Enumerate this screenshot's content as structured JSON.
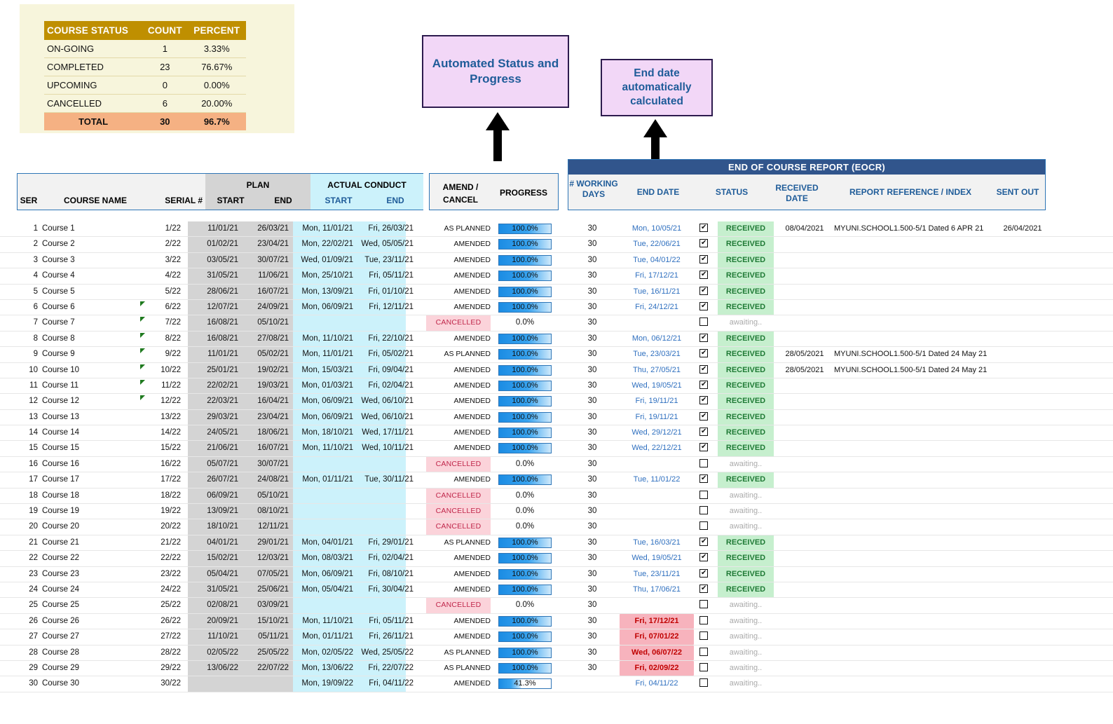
{
  "summary": {
    "headers": [
      "COURSE STATUS",
      "COUNT",
      "PERCENT"
    ],
    "rows": [
      {
        "status": "ON-GOING",
        "count": "1",
        "percent": "3.33%"
      },
      {
        "status": "COMPLETED",
        "count": "23",
        "percent": "76.67%"
      },
      {
        "status": "UPCOMING",
        "count": "0",
        "percent": "0.00%"
      },
      {
        "status": "CANCELLED",
        "count": "6",
        "percent": "20.00%"
      }
    ],
    "total": {
      "status": "TOTAL",
      "count": "30",
      "percent": "96.7%"
    }
  },
  "callouts": {
    "status_progress": "Automated Status and Progress",
    "end_date": "End date automatically calculated"
  },
  "headers": {
    "ser": "SER",
    "course_name": "COURSE NAME",
    "serial": "SERIAL #",
    "plan": "PLAN",
    "plan_start": "START",
    "plan_end": "END",
    "actual_conduct": "ACTUAL CONDUCT",
    "actual_start": "START",
    "actual_end": "END",
    "amend_cancel": "AMEND / CANCEL",
    "progress": "PROGRESS",
    "eocr_title": "END OF COURSE REPORT (EOCR)",
    "working_days": "# WORKING DAYS",
    "end_date": "END DATE",
    "status": "STATUS",
    "received_date": "RECEIVED DATE",
    "report_reference": "REPORT REFERENCE / INDEX",
    "sent_out": "SENT OUT"
  },
  "colors": {
    "plan_band": "#d4d4d4",
    "actual_band": "#ccf2fb",
    "eocr_header": "#31558c",
    "received": "#c6efce",
    "cancelled": "#fbd3da",
    "late": "#f7b3bd",
    "summary_header": "#bf8f00",
    "summary_total": "#f5b183",
    "callout": "#f2d7f7"
  },
  "rows": [
    {
      "ser": "1",
      "name": "Course 1",
      "serial": "1/22",
      "flag": false,
      "pstart": "11/01/21",
      "pend": "26/03/21",
      "astart": "Mon, 11/01/21",
      "aend": "Fri, 26/03/21",
      "amend": "AS PLANNED",
      "progress": "100.0%",
      "pct": 100,
      "days": "30",
      "enddate": "Mon, 10/05/21",
      "late": false,
      "checked": true,
      "status": "RECEIVED",
      "received": "08/04/2021",
      "ref": "MYUNI.SCHOOL1.500-5/1 Dated 6 APR 21",
      "sent": "26/04/2021"
    },
    {
      "ser": "2",
      "name": "Course 2",
      "serial": "2/22",
      "flag": false,
      "pstart": "01/02/21",
      "pend": "23/04/21",
      "astart": "Mon, 22/02/21",
      "aend": "Wed, 05/05/21",
      "amend": "AMENDED",
      "progress": "100.0%",
      "pct": 100,
      "days": "30",
      "enddate": "Tue, 22/06/21",
      "late": false,
      "checked": true,
      "status": "RECEIVED",
      "received": "",
      "ref": "",
      "sent": ""
    },
    {
      "ser": "3",
      "name": "Course 3",
      "serial": "3/22",
      "flag": false,
      "pstart": "03/05/21",
      "pend": "30/07/21",
      "astart": "Wed, 01/09/21",
      "aend": "Tue, 23/11/21",
      "amend": "AMENDED",
      "progress": "100.0%",
      "pct": 100,
      "days": "30",
      "enddate": "Tue, 04/01/22",
      "late": false,
      "checked": true,
      "status": "RECEIVED",
      "received": "",
      "ref": "",
      "sent": ""
    },
    {
      "ser": "4",
      "name": "Course 4",
      "serial": "4/22",
      "flag": false,
      "pstart": "31/05/21",
      "pend": "11/06/21",
      "astart": "Mon, 25/10/21",
      "aend": "Fri, 05/11/21",
      "amend": "AMENDED",
      "progress": "100.0%",
      "pct": 100,
      "days": "30",
      "enddate": "Fri, 17/12/21",
      "late": false,
      "checked": true,
      "status": "RECEIVED",
      "received": "",
      "ref": "",
      "sent": ""
    },
    {
      "ser": "5",
      "name": "Course 5",
      "serial": "5/22",
      "flag": false,
      "pstart": "28/06/21",
      "pend": "16/07/21",
      "astart": "Mon, 13/09/21",
      "aend": "Fri, 01/10/21",
      "amend": "AMENDED",
      "progress": "100.0%",
      "pct": 100,
      "days": "30",
      "enddate": "Tue, 16/11/21",
      "late": false,
      "checked": true,
      "status": "RECEIVED",
      "received": "",
      "ref": "",
      "sent": ""
    },
    {
      "ser": "6",
      "name": "Course 6",
      "serial": "6/22",
      "flag": true,
      "pstart": "12/07/21",
      "pend": "24/09/21",
      "astart": "Mon, 06/09/21",
      "aend": "Fri, 12/11/21",
      "amend": "AMENDED",
      "progress": "100.0%",
      "pct": 100,
      "days": "30",
      "enddate": "Fri, 24/12/21",
      "late": false,
      "checked": true,
      "status": "RECEIVED",
      "received": "",
      "ref": "",
      "sent": ""
    },
    {
      "ser": "7",
      "name": "Course 7",
      "serial": "7/22",
      "flag": true,
      "pstart": "16/08/21",
      "pend": "05/10/21",
      "astart": "",
      "aend": "",
      "amend": "CANCELLED",
      "progress": "0.0%",
      "pct": 0,
      "days": "30",
      "enddate": "",
      "late": false,
      "checked": false,
      "status": "awaiting..",
      "received": "",
      "ref": "",
      "sent": ""
    },
    {
      "ser": "8",
      "name": "Course 8",
      "serial": "8/22",
      "flag": true,
      "pstart": "16/08/21",
      "pend": "27/08/21",
      "astart": "Mon, 11/10/21",
      "aend": "Fri, 22/10/21",
      "amend": "AMENDED",
      "progress": "100.0%",
      "pct": 100,
      "days": "30",
      "enddate": "Mon, 06/12/21",
      "late": false,
      "checked": true,
      "status": "RECEIVED",
      "received": "",
      "ref": "",
      "sent": ""
    },
    {
      "ser": "9",
      "name": "Course 9",
      "serial": "9/22",
      "flag": true,
      "pstart": "11/01/21",
      "pend": "05/02/21",
      "astart": "Mon, 11/01/21",
      "aend": "Fri, 05/02/21",
      "amend": "AS PLANNED",
      "progress": "100.0%",
      "pct": 100,
      "days": "30",
      "enddate": "Tue, 23/03/21",
      "late": false,
      "checked": true,
      "status": "RECEIVED",
      "received": "28/05/2021",
      "ref": "MYUNI.SCHOOL1.500-5/1 Dated 24 May 21",
      "sent": ""
    },
    {
      "ser": "10",
      "name": "Course 10",
      "serial": "10/22",
      "flag": true,
      "pstart": "25/01/21",
      "pend": "19/02/21",
      "astart": "Mon, 15/03/21",
      "aend": "Fri, 09/04/21",
      "amend": "AMENDED",
      "progress": "100.0%",
      "pct": 100,
      "days": "30",
      "enddate": "Thu, 27/05/21",
      "late": false,
      "checked": true,
      "status": "RECEIVED",
      "received": "28/05/2021",
      "ref": "MYUNI.SCHOOL1.500-5/1 Dated 24 May 21",
      "sent": ""
    },
    {
      "ser": "11",
      "name": "Course 11",
      "serial": "11/22",
      "flag": true,
      "pstart": "22/02/21",
      "pend": "19/03/21",
      "astart": "Mon, 01/03/21",
      "aend": "Fri, 02/04/21",
      "amend": "AMENDED",
      "progress": "100.0%",
      "pct": 100,
      "days": "30",
      "enddate": "Wed, 19/05/21",
      "late": false,
      "checked": true,
      "status": "RECEIVED",
      "received": "",
      "ref": "",
      "sent": ""
    },
    {
      "ser": "12",
      "name": "Course 12",
      "serial": "12/22",
      "flag": true,
      "pstart": "22/03/21",
      "pend": "16/04/21",
      "astart": "Mon, 06/09/21",
      "aend": "Wed, 06/10/21",
      "amend": "AMENDED",
      "progress": "100.0%",
      "pct": 100,
      "days": "30",
      "enddate": "Fri, 19/11/21",
      "late": false,
      "checked": true,
      "status": "RECEIVED",
      "received": "",
      "ref": "",
      "sent": ""
    },
    {
      "ser": "13",
      "name": "Course 13",
      "serial": "13/22",
      "flag": false,
      "pstart": "29/03/21",
      "pend": "23/04/21",
      "astart": "Mon, 06/09/21",
      "aend": "Wed, 06/10/21",
      "amend": "AMENDED",
      "progress": "100.0%",
      "pct": 100,
      "days": "30",
      "enddate": "Fri, 19/11/21",
      "late": false,
      "checked": true,
      "status": "RECEIVED",
      "received": "",
      "ref": "",
      "sent": ""
    },
    {
      "ser": "14",
      "name": "Course 14",
      "serial": "14/22",
      "flag": false,
      "pstart": "24/05/21",
      "pend": "18/06/21",
      "astart": "Mon, 18/10/21",
      "aend": "Wed, 17/11/21",
      "amend": "AMENDED",
      "progress": "100.0%",
      "pct": 100,
      "days": "30",
      "enddate": "Wed, 29/12/21",
      "late": false,
      "checked": true,
      "status": "RECEIVED",
      "received": "",
      "ref": "",
      "sent": ""
    },
    {
      "ser": "15",
      "name": "Course 15",
      "serial": "15/22",
      "flag": false,
      "pstart": "21/06/21",
      "pend": "16/07/21",
      "astart": "Mon, 11/10/21",
      "aend": "Wed, 10/11/21",
      "amend": "AMENDED",
      "progress": "100.0%",
      "pct": 100,
      "days": "30",
      "enddate": "Wed, 22/12/21",
      "late": false,
      "checked": true,
      "status": "RECEIVED",
      "received": "",
      "ref": "",
      "sent": ""
    },
    {
      "ser": "16",
      "name": "Course 16",
      "serial": "16/22",
      "flag": false,
      "pstart": "05/07/21",
      "pend": "30/07/21",
      "astart": "",
      "aend": "",
      "amend": "CANCELLED",
      "progress": "0.0%",
      "pct": 0,
      "days": "30",
      "enddate": "",
      "late": false,
      "checked": false,
      "status": "awaiting..",
      "received": "",
      "ref": "",
      "sent": ""
    },
    {
      "ser": "17",
      "name": "Course 17",
      "serial": "17/22",
      "flag": false,
      "pstart": "26/07/21",
      "pend": "24/08/21",
      "astart": "Mon, 01/11/21",
      "aend": "Tue, 30/11/21",
      "amend": "AMENDED",
      "progress": "100.0%",
      "pct": 100,
      "days": "30",
      "enddate": "Tue, 11/01/22",
      "late": false,
      "checked": true,
      "status": "RECEIVED",
      "received": "",
      "ref": "",
      "sent": ""
    },
    {
      "ser": "18",
      "name": "Course 18",
      "serial": "18/22",
      "flag": false,
      "pstart": "06/09/21",
      "pend": "05/10/21",
      "astart": "",
      "aend": "",
      "amend": "CANCELLED",
      "progress": "0.0%",
      "pct": 0,
      "days": "30",
      "enddate": "",
      "late": false,
      "checked": false,
      "status": "awaiting..",
      "received": "",
      "ref": "",
      "sent": ""
    },
    {
      "ser": "19",
      "name": "Course 19",
      "serial": "19/22",
      "flag": false,
      "pstart": "13/09/21",
      "pend": "08/10/21",
      "astart": "",
      "aend": "",
      "amend": "CANCELLED",
      "progress": "0.0%",
      "pct": 0,
      "days": "30",
      "enddate": "",
      "late": false,
      "checked": false,
      "status": "awaiting..",
      "received": "",
      "ref": "",
      "sent": ""
    },
    {
      "ser": "20",
      "name": "Course 20",
      "serial": "20/22",
      "flag": false,
      "pstart": "18/10/21",
      "pend": "12/11/21",
      "astart": "",
      "aend": "",
      "amend": "CANCELLED",
      "progress": "0.0%",
      "pct": 0,
      "days": "30",
      "enddate": "",
      "late": false,
      "checked": false,
      "status": "awaiting..",
      "received": "",
      "ref": "",
      "sent": ""
    },
    {
      "ser": "21",
      "name": "Course 21",
      "serial": "21/22",
      "flag": false,
      "pstart": "04/01/21",
      "pend": "29/01/21",
      "astart": "Mon, 04/01/21",
      "aend": "Fri, 29/01/21",
      "amend": "AS PLANNED",
      "progress": "100.0%",
      "pct": 100,
      "days": "30",
      "enddate": "Tue, 16/03/21",
      "late": false,
      "checked": true,
      "status": "RECEIVED",
      "received": "",
      "ref": "",
      "sent": ""
    },
    {
      "ser": "22",
      "name": "Course 22",
      "serial": "22/22",
      "flag": false,
      "pstart": "15/02/21",
      "pend": "12/03/21",
      "astart": "Mon, 08/03/21",
      "aend": "Fri, 02/04/21",
      "amend": "AMENDED",
      "progress": "100.0%",
      "pct": 100,
      "days": "30",
      "enddate": "Wed, 19/05/21",
      "late": false,
      "checked": true,
      "status": "RECEIVED",
      "received": "",
      "ref": "",
      "sent": ""
    },
    {
      "ser": "23",
      "name": "Course 23",
      "serial": "23/22",
      "flag": false,
      "pstart": "05/04/21",
      "pend": "07/05/21",
      "astart": "Mon, 06/09/21",
      "aend": "Fri, 08/10/21",
      "amend": "AMENDED",
      "progress": "100.0%",
      "pct": 100,
      "days": "30",
      "enddate": "Tue, 23/11/21",
      "late": false,
      "checked": true,
      "status": "RECEIVED",
      "received": "",
      "ref": "",
      "sent": ""
    },
    {
      "ser": "24",
      "name": "Course 24",
      "serial": "24/22",
      "flag": false,
      "pstart": "31/05/21",
      "pend": "25/06/21",
      "astart": "Mon, 05/04/21",
      "aend": "Fri, 30/04/21",
      "amend": "AMENDED",
      "progress": "100.0%",
      "pct": 100,
      "days": "30",
      "enddate": "Thu, 17/06/21",
      "late": false,
      "checked": true,
      "status": "RECEIVED",
      "received": "",
      "ref": "",
      "sent": ""
    },
    {
      "ser": "25",
      "name": "Course 25",
      "serial": "25/22",
      "flag": false,
      "pstart": "02/08/21",
      "pend": "03/09/21",
      "astart": "",
      "aend": "",
      "amend": "CANCELLED",
      "progress": "0.0%",
      "pct": 0,
      "days": "30",
      "enddate": "",
      "late": false,
      "checked": false,
      "status": "awaiting..",
      "received": "",
      "ref": "",
      "sent": ""
    },
    {
      "ser": "26",
      "name": "Course 26",
      "serial": "26/22",
      "flag": false,
      "pstart": "20/09/21",
      "pend": "15/10/21",
      "astart": "Mon, 11/10/21",
      "aend": "Fri, 05/11/21",
      "amend": "AMENDED",
      "progress": "100.0%",
      "pct": 100,
      "days": "30",
      "enddate": "Fri, 17/12/21",
      "late": true,
      "checked": false,
      "status": "awaiting..",
      "received": "",
      "ref": "",
      "sent": ""
    },
    {
      "ser": "27",
      "name": "Course 27",
      "serial": "27/22",
      "flag": false,
      "pstart": "11/10/21",
      "pend": "05/11/21",
      "astart": "Mon, 01/11/21",
      "aend": "Fri, 26/11/21",
      "amend": "AMENDED",
      "progress": "100.0%",
      "pct": 100,
      "days": "30",
      "enddate": "Fri, 07/01/22",
      "late": true,
      "checked": false,
      "status": "awaiting..",
      "received": "",
      "ref": "",
      "sent": ""
    },
    {
      "ser": "28",
      "name": "Course 28",
      "serial": "28/22",
      "flag": false,
      "pstart": "02/05/22",
      "pend": "25/05/22",
      "astart": "Mon, 02/05/22",
      "aend": "Wed, 25/05/22",
      "amend": "AS PLANNED",
      "progress": "100.0%",
      "pct": 100,
      "days": "30",
      "enddate": "Wed, 06/07/22",
      "late": true,
      "checked": false,
      "status": "awaiting..",
      "received": "",
      "ref": "",
      "sent": ""
    },
    {
      "ser": "29",
      "name": "Course 29",
      "serial": "29/22",
      "flag": false,
      "pstart": "13/06/22",
      "pend": "22/07/22",
      "astart": "Mon, 13/06/22",
      "aend": "Fri, 22/07/22",
      "amend": "AS PLANNED",
      "progress": "100.0%",
      "pct": 100,
      "days": "30",
      "enddate": "Fri, 02/09/22",
      "late": true,
      "checked": false,
      "status": "awaiting..",
      "received": "",
      "ref": "",
      "sent": ""
    },
    {
      "ser": "30",
      "name": "Course 30",
      "serial": "30/22",
      "flag": false,
      "pstart": "",
      "pend": "",
      "astart": "Mon, 19/09/22",
      "aend": "Fri, 04/11/22",
      "amend": "AMENDED",
      "progress": "41.3%",
      "pct": 41.3,
      "days": "",
      "enddate": "Fri, 04/11/22",
      "late": false,
      "checked": false,
      "status": "awaiting..",
      "received": "",
      "ref": "",
      "sent": ""
    }
  ]
}
